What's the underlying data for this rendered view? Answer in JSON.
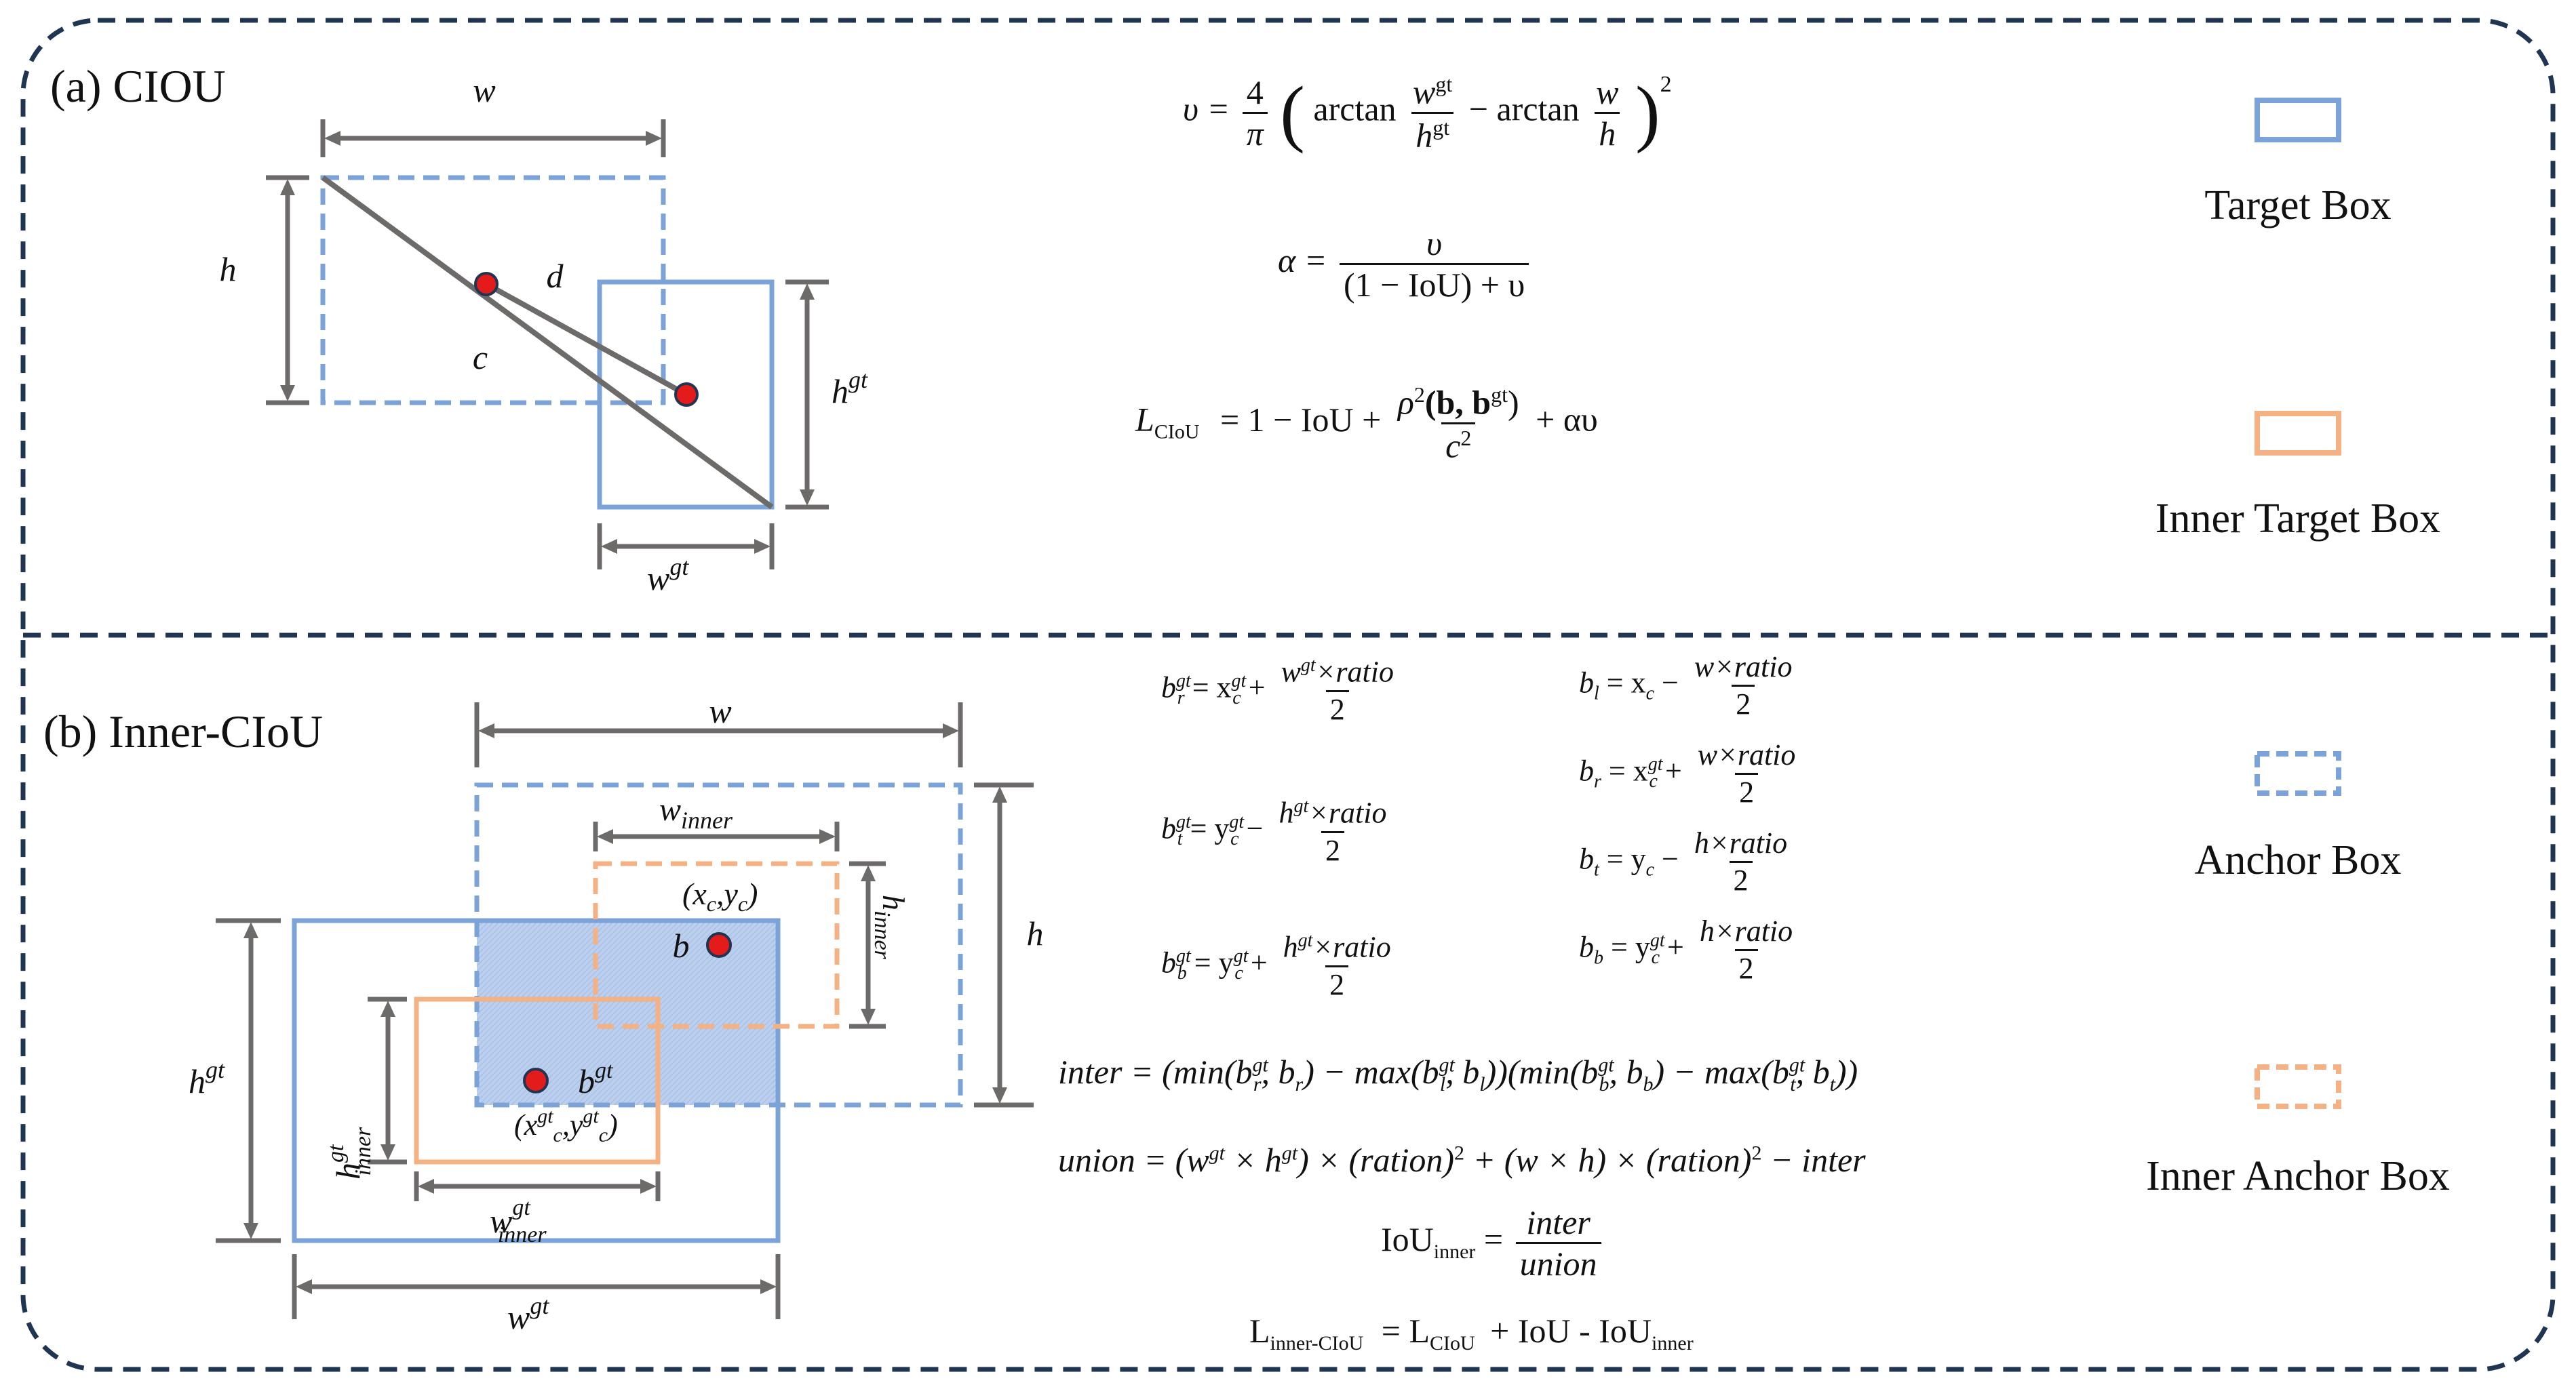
{
  "panel_a": {
    "title": "(a) CIOU",
    "labels": {
      "w": "w",
      "h": "h",
      "d": "d",
      "c": "c",
      "hgt": "h",
      "wgt": "w",
      "gt": "gt"
    },
    "equations": {
      "v_lhs": "υ =",
      "v_coef_num": "4",
      "v_coef_den": "π",
      "v_arctan1": "arctan",
      "v_f1_num": "w",
      "v_f1_num_sup": "gt",
      "v_f1_den": "h",
      "v_f1_den_sup": "gt",
      "v_minus": "−",
      "v_arctan2": "arctan",
      "v_f2_num": "w",
      "v_f2_den": "h",
      "v_exp": "2",
      "alpha_lhs": "α =",
      "alpha_num": "υ",
      "alpha_den": "(1 − IoU) + υ",
      "l_lhs": "L",
      "l_lhs_sub": "CIoU",
      "l_mid": "= 1 − IoU +",
      "l_num_rho": "ρ",
      "l_num_sup": "2",
      "l_num_args": "(b, b",
      "l_num_args_sup": "gt",
      "l_num_close": ")",
      "l_den": "c",
      "l_den_sup": "2",
      "l_tail": "+ αυ"
    },
    "legend": [
      {
        "label": "Target Box",
        "color": "#7ca3d8",
        "style": "solid"
      },
      {
        "label": "Inner Target Box",
        "color": "#f4b183",
        "style": "solid"
      }
    ]
  },
  "panel_b": {
    "title": "(b) Inner-CIoU",
    "labels": {
      "w": "w",
      "h": "h",
      "w_inner": "w",
      "inner_sub": "inner",
      "h_inner": "h",
      "center": "(x",
      "center_c": "c",
      "center_mid": ",y",
      "center_close": ")",
      "b": "b",
      "bgt": "b",
      "gt": "gt",
      "center_gt": "(x",
      "center_gt_mid": ",y",
      "center_gt_close": ")",
      "hgt_inner": "h",
      "wgt_inner": "w",
      "hgt": "h",
      "wgt": "w"
    },
    "equations": {
      "br_gt_lhs": "b",
      "br_gt_sub": "r",
      "br_gt_rhs": "= x",
      "br_gt_num": "w",
      "br_gt_num_tail": "×ratio",
      "br_gt_den": "2",
      "plus": "+",
      "minus": "−",
      "bt_gt_lhs": "b",
      "bt_gt_sub": "t",
      "bt_gt_rhs": "= y",
      "bt_gt_num": "h",
      "bt_gt_num_tail": "×ratio",
      "bt_gt_den": "2",
      "bb_gt_lhs": "b",
      "bb_gt_sub": "b",
      "bb_gt_rhs": "= y",
      "bb_gt_num": "h",
      "bb_gt_num_tail": "×ratio",
      "bb_gt_den": "2",
      "bl_lhs": "b",
      "bl_sub": "l",
      "bl_rhs": "= x",
      "bl_num": "w×ratio",
      "bl_den": "2",
      "br_lhs": "b",
      "br_sub": "r",
      "br_rhs": "= x",
      "br_num": "w×ratio",
      "br_den": "2",
      "bt_lhs": "b",
      "bt_sub": "t",
      "bt_rhs": "= y",
      "bt_num": "h×ratio",
      "bt_den": "2",
      "bb_lhs": "b",
      "bb_sub": "b",
      "bb_rhs": "= y",
      "bb_num": "h×ratio",
      "bb_den": "2",
      "inter": "inter = (min(b",
      "inter_2": ", b",
      "inter_3": ") − max(b",
      "inter_4": ", b",
      "inter_5": "))(min(b",
      "inter_6": ", b",
      "inter_7": ") − max(b",
      "inter_8": ", b",
      "inter_9": "))",
      "union": "union = (w",
      "union_2": " × h",
      "union_3": ") × (ration)",
      "union_4": " + (w × h) × (ration)",
      "union_5": " − inter",
      "sq": "2",
      "iou_lhs": "IoU",
      "iou_sub": "inner",
      "iou_eq": "=",
      "iou_num": "inter",
      "iou_den": "union",
      "final_lhs": "L",
      "final_lhs_sub": "inner-CIoU",
      "final_eq": "= L",
      "final_ciou_sub": "CIoU",
      "final_tail": "+ IoU - IoU",
      "final_tail_sub": "inner"
    },
    "legend": [
      {
        "label": "Anchor Box",
        "color": "#7ca3d8",
        "style": "dashed"
      },
      {
        "label": "Inner Anchor Box",
        "color": "#f4b183",
        "style": "dashed"
      }
    ]
  },
  "colors": {
    "blue": "#7ca3d8",
    "orange": "#f4b183",
    "gray": "#6d6a6a",
    "red": "#e31b1b",
    "navy": "#1f3552",
    "fill": "#bcd0ee"
  }
}
